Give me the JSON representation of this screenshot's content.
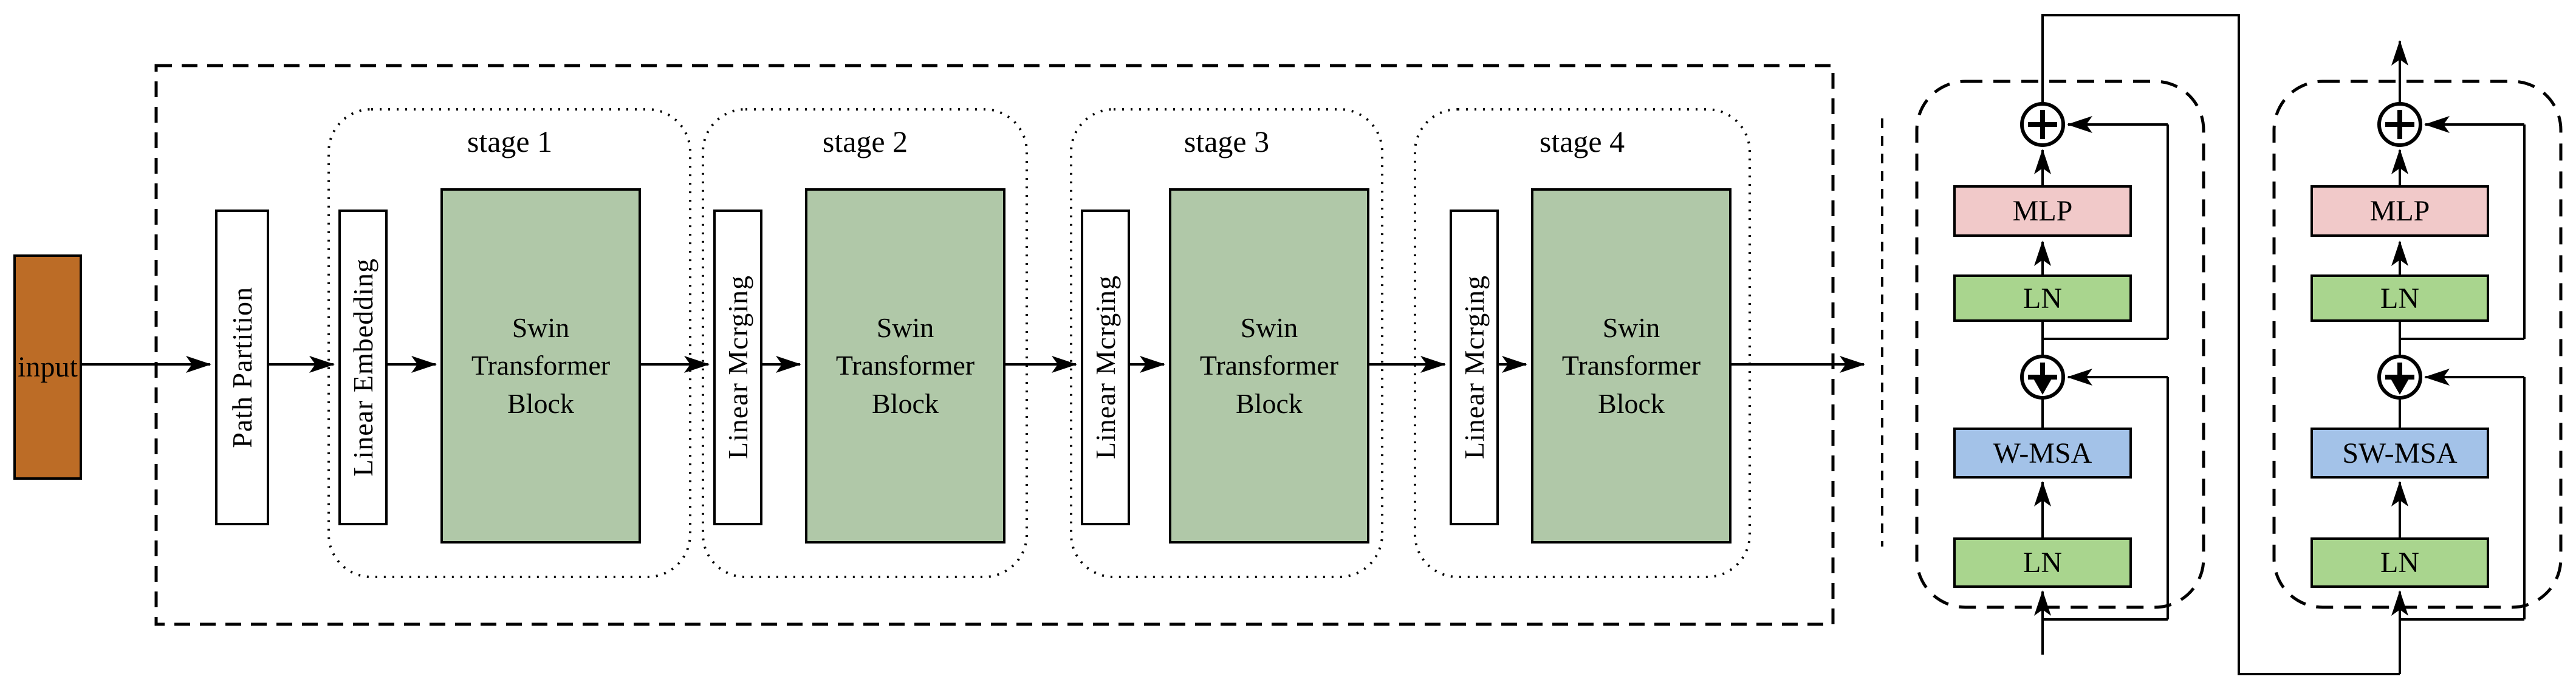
{
  "figure": {
    "input_label": "input",
    "path_partition_label": "Path Partition",
    "swin_block_label": "Swin Transformer Block",
    "stages": [
      {
        "label": "stage 1",
        "pre_label": "Linear Embedding"
      },
      {
        "label": "stage 2",
        "pre_label": "Linear Mcrging"
      },
      {
        "label": "stage 3",
        "pre_label": "Linear Mcrging"
      },
      {
        "label": "stage 4",
        "pre_label": "Linear Mcrging"
      }
    ],
    "detail_blocks": [
      {
        "mlp_label": "MLP",
        "ln_top_label": "LN",
        "attention_label": "W-MSA",
        "ln_bottom_label": "LN"
      },
      {
        "mlp_label": "MLP",
        "ln_top_label": "LN",
        "attention_label": "SW-MSA",
        "ln_bottom_label": "LN"
      }
    ],
    "icons": {
      "add_icon": "circled-plus"
    },
    "colors": {
      "input_fill": "#BC6C26",
      "stage_block_fill": "#B0C8A8",
      "mlp_fill": "#F1C9C9",
      "ln_fill": "#A9D58E",
      "attention_fill": "#A3C2E8",
      "line_color": "#000000"
    }
  }
}
